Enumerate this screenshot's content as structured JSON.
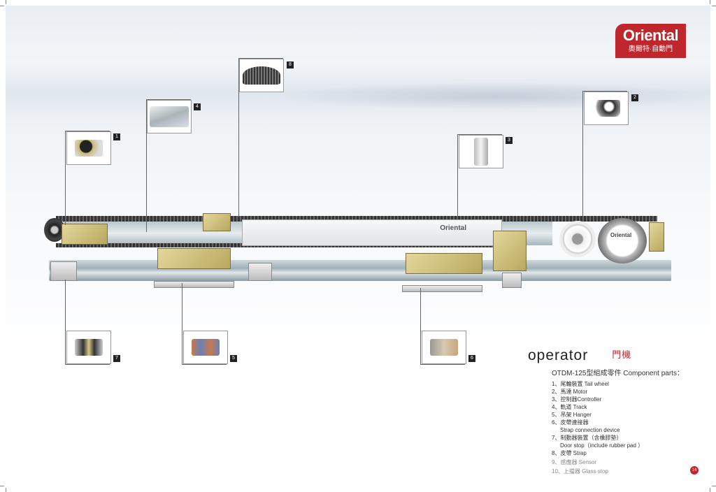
{
  "brand": {
    "name": "Oriental",
    "chinese": "奧爾特·自動門"
  },
  "device": {
    "controller_brand": "Oriental",
    "motor_brand": "Oriental"
  },
  "callouts": [
    {
      "number": "1",
      "part": "tail wheel"
    },
    {
      "number": "2",
      "part": "motor"
    },
    {
      "number": "3",
      "part": "controller"
    },
    {
      "number": "4",
      "part": "track"
    },
    {
      "number": "5",
      "part": "hanger"
    },
    {
      "number": "6",
      "part": "strap connection device"
    },
    {
      "number": "7",
      "part": "door stop"
    },
    {
      "number": "8",
      "part": "strap"
    }
  ],
  "spec": {
    "title": "operator",
    "title_cn": "門機",
    "subtitle": "OTDM-125型組成零件 Component parts：",
    "items": [
      "1、尾輪裝置 Tail wheel",
      "2、馬達 Motor",
      "3、控制器Controller",
      "4、軌道 Track",
      "5、吊架 Hanger",
      "6、皮帶連接器",
      "Strap connection device",
      "7、制動器裝置（含橡膠墊）",
      "Door stop（include rubber pad ）",
      "8、皮帶 Strap",
      "9、感應器 Sensor",
      "10、上擋器 Glass stop"
    ]
  },
  "page_number": "14",
  "colors": {
    "brand_red": "#c0272d"
  }
}
